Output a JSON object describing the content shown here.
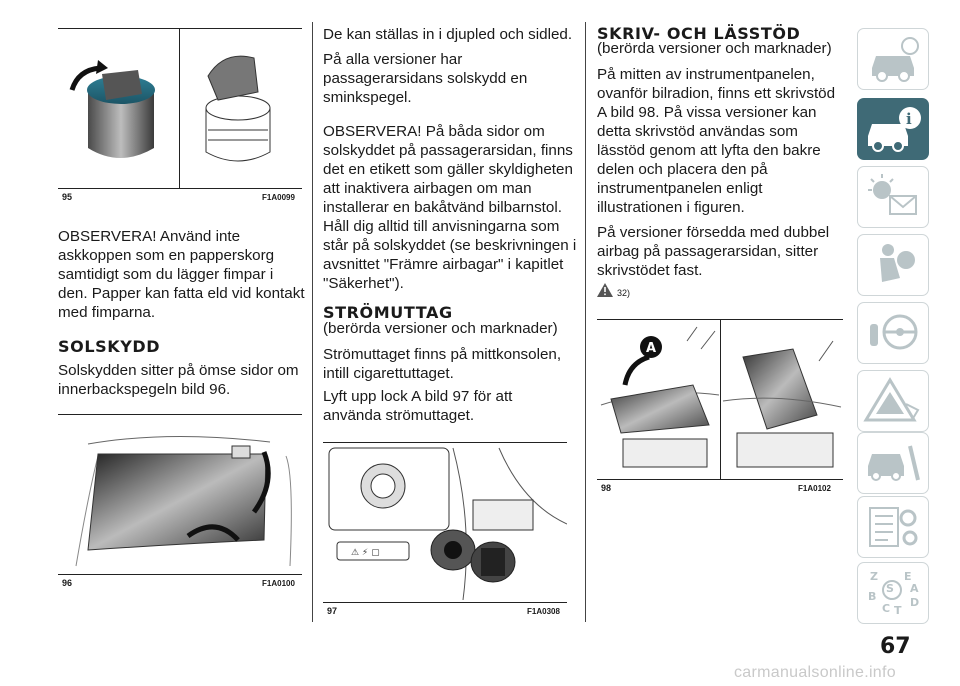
{
  "page_number": "67",
  "watermark": "carmanualsonline.info",
  "col1": {
    "fig95": {
      "number": "95",
      "code": "F1A0099"
    },
    "note": "OBSERVERA! Använd inte askkoppen som en papperskorg samtidigt som du lägger fimpar i den. Papper kan fatta eld vid kontakt med fimparna.",
    "heading": "SOLSKYDD",
    "body": "Solskydden sitter på ömse sidor om innerbackspegeln bild 96.",
    "fig96": {
      "number": "96",
      "code": "F1A0100"
    }
  },
  "col2": {
    "para1": "De kan ställas in i djupled och sidled.",
    "para2": "På alla versioner har passagerarsidans solskydd en sminkspegel.",
    "para3": "OBSERVERA! På båda sidor om solskyddet på passagerarsidan, finns det en etikett som gäller skyldigheten att inaktivera airbagen om man installerar en bakåtvänd bilbarnstol. Håll dig alltid till anvisningarna som står på solskyddet (se beskrivningen i avsnittet \"Främre airbagar\" i kapitlet \"Säkerhet\").",
    "heading": "STRÖMUTTAG",
    "subheading": "(berörda versioner och marknader)",
    "para4": "Strömuttaget finns på mittkonsolen, intill cigarettuttaget.",
    "para5": "Lyft upp lock A bild 97 för att använda strömuttaget.",
    "fig97": {
      "number": "97",
      "code": "F1A0308"
    }
  },
  "col3": {
    "heading": "SKRIV- OCH LÄSSTÖD",
    "subheading": "(berörda versioner och marknader)",
    "para1": "På mitten av instrumentpanelen, ovanför bilradion, finns ett skrivstöd A bild 98. På vissa versioner kan detta skrivstöd användas som lässtöd genom att lyfta den bakre delen och placera den på instrumentpanelen enligt illustrationen i figuren.",
    "para2": "På versioner försedda med dubbel airbag på passagerarsidan, sitter skrivstödet fast.",
    "warning_ref": "32)",
    "fig98": {
      "number": "98",
      "code": "F1A0102",
      "label_a": "A"
    }
  },
  "sidebar": {
    "tabs": [
      {
        "icon": "car-dashboard-icon",
        "active": false
      },
      {
        "icon": "car-info-icon",
        "active": true
      },
      {
        "icon": "warning-light-icon",
        "active": false
      },
      {
        "icon": "airbag-passenger-icon",
        "active": false
      },
      {
        "icon": "steering-wheel-icon",
        "active": false
      },
      {
        "icon": "warning-triangle-icon",
        "active": false
      },
      {
        "icon": "car-service-icon",
        "active": false
      },
      {
        "icon": "technical-data-icon",
        "active": false
      },
      {
        "icon": "alphabetical-index-icon",
        "active": false
      }
    ],
    "index_letters": [
      "Z",
      "E",
      "B",
      "C",
      "T",
      "D",
      "A",
      "S"
    ]
  },
  "colors": {
    "accent": "#3f6a76",
    "tab_icon": "#b9c4c7"
  }
}
